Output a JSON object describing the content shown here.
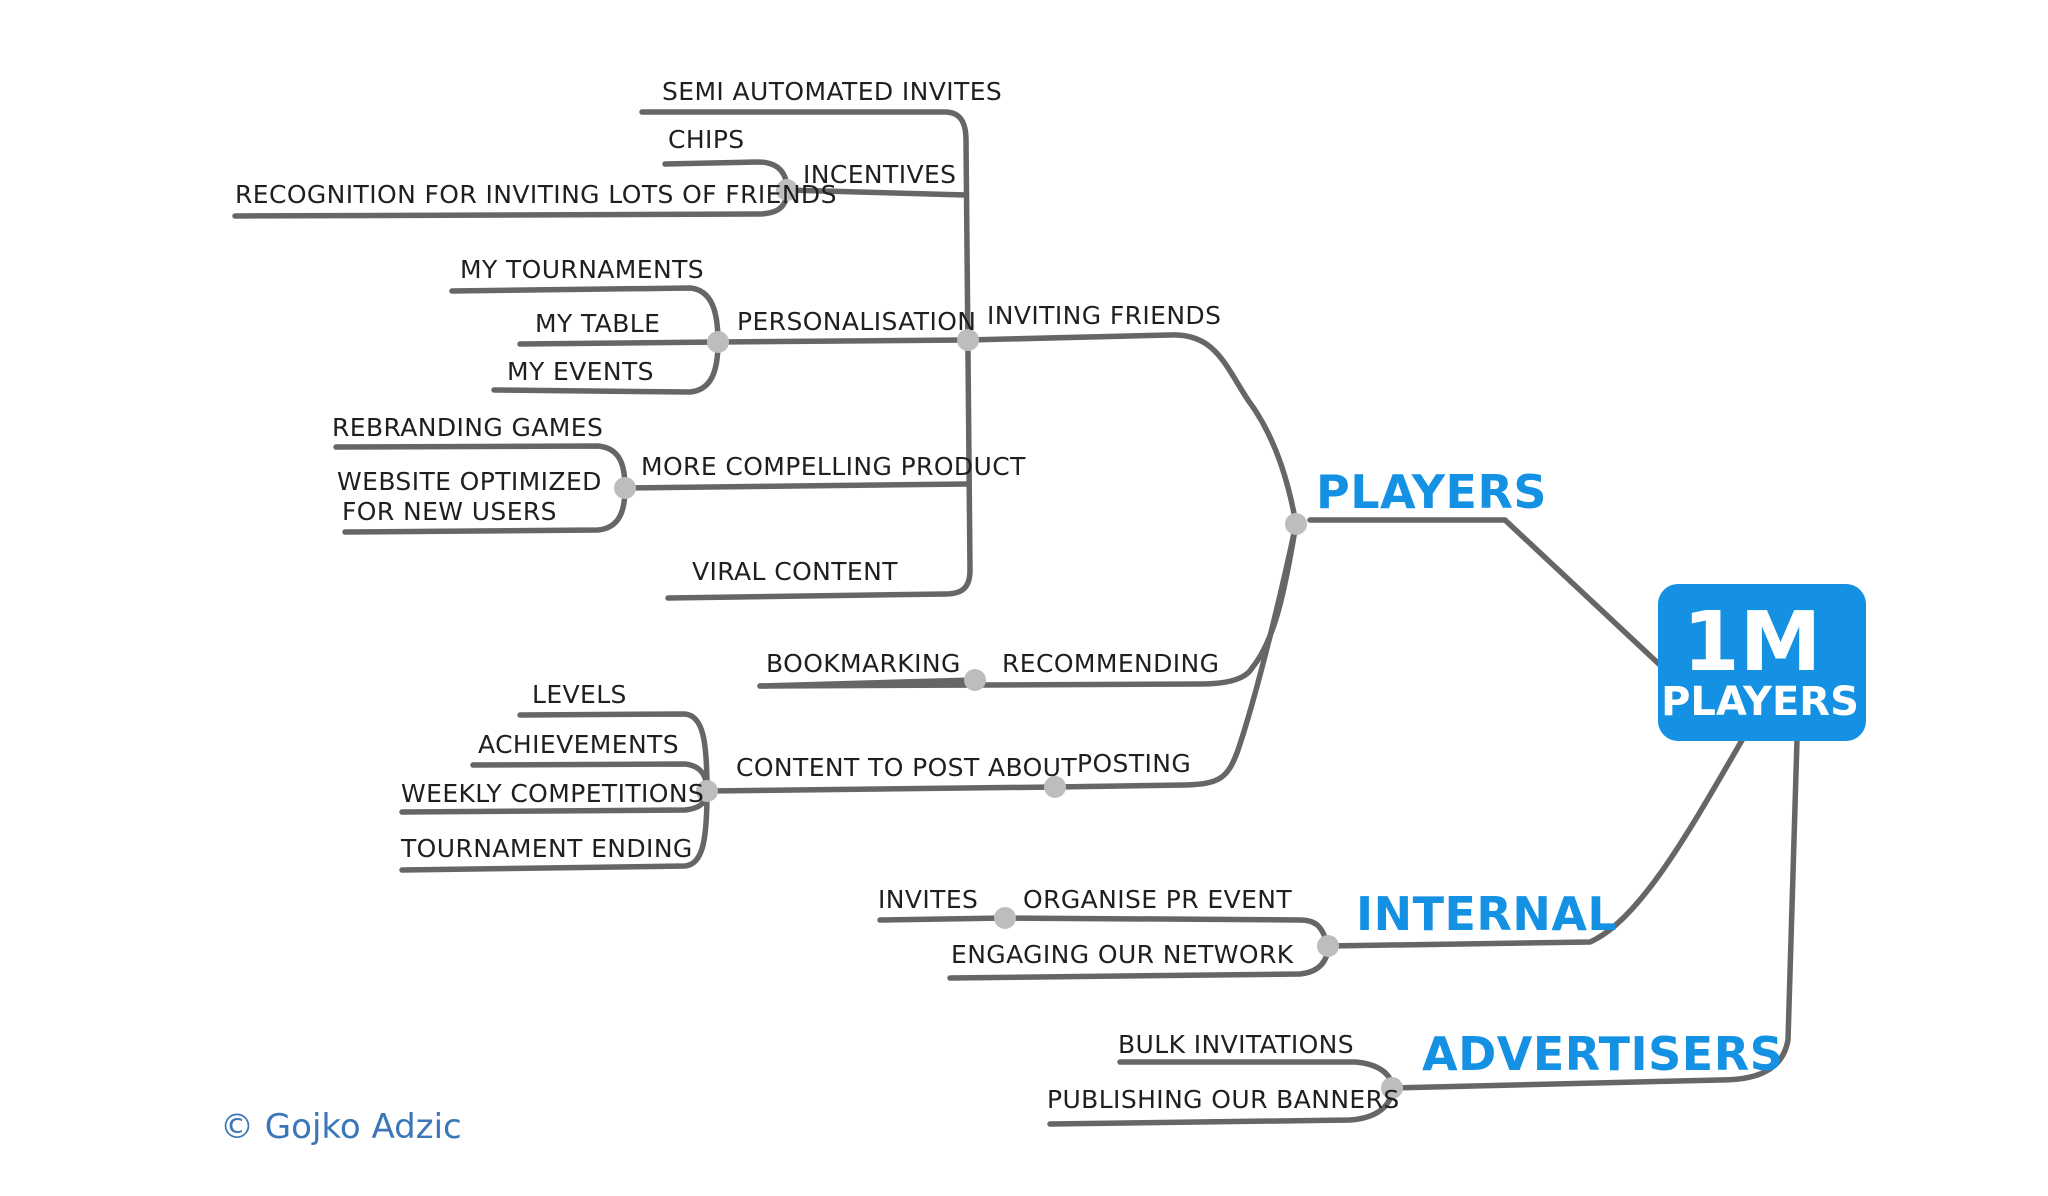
{
  "root": {
    "line1": "1M",
    "line2": "PLAYERS"
  },
  "categories": {
    "players": "PLAYERS",
    "internal": "INTERNAL",
    "advertisers": "ADVERTISERS"
  },
  "players": {
    "inviting_friends": {
      "label": "INVITING FRIENDS",
      "semi_automated_invites": "SEMI AUTOMATED INVITES",
      "incentives": {
        "label": "INCENTIVES",
        "chips": "CHIPS",
        "recognition": "RECOGNITION FOR INVITING LOTS OF FRIENDS"
      },
      "personalisation": {
        "label": "PERSONALISATION",
        "my_tournaments": "MY TOURNAMENTS",
        "my_table": "MY TABLE",
        "my_events": "MY EVENTS"
      },
      "more_compelling_product": {
        "label": "MORE COMPELLING PRODUCT",
        "rebranding_games": "REBRANDING GAMES",
        "website_line1": "WEBSITE OPTIMIZED",
        "website_line2": "FOR NEW USERS"
      },
      "viral_content": "VIRAL CONTENT"
    },
    "recommending": {
      "label": "RECOMMENDING",
      "bookmarking": "BOOKMARKING"
    },
    "posting": {
      "label": "POSTING",
      "content_to_post_about": {
        "label": "CONTENT TO POST ABOUT",
        "levels": "LEVELS",
        "achievements": "ACHIEVEMENTS",
        "weekly_competitions": "WEEKLY COMPETITIONS",
        "tournament_ending": "TOURNAMENT ENDING"
      }
    }
  },
  "internal": {
    "organise_pr_event": {
      "label": "ORGANISE PR EVENT",
      "invites": "INVITES"
    },
    "engaging_our_network": "ENGAGING OUR NETWORK"
  },
  "advertisers": {
    "bulk_invitations": "BULK INVITATIONS",
    "publishing_our_banners": "PUBLISHING OUR BANNERS"
  },
  "copyright": "© Gojko Adzic",
  "colors": {
    "accent": "#1591e4",
    "line": "#666666",
    "dot": "#bdbdbd"
  }
}
